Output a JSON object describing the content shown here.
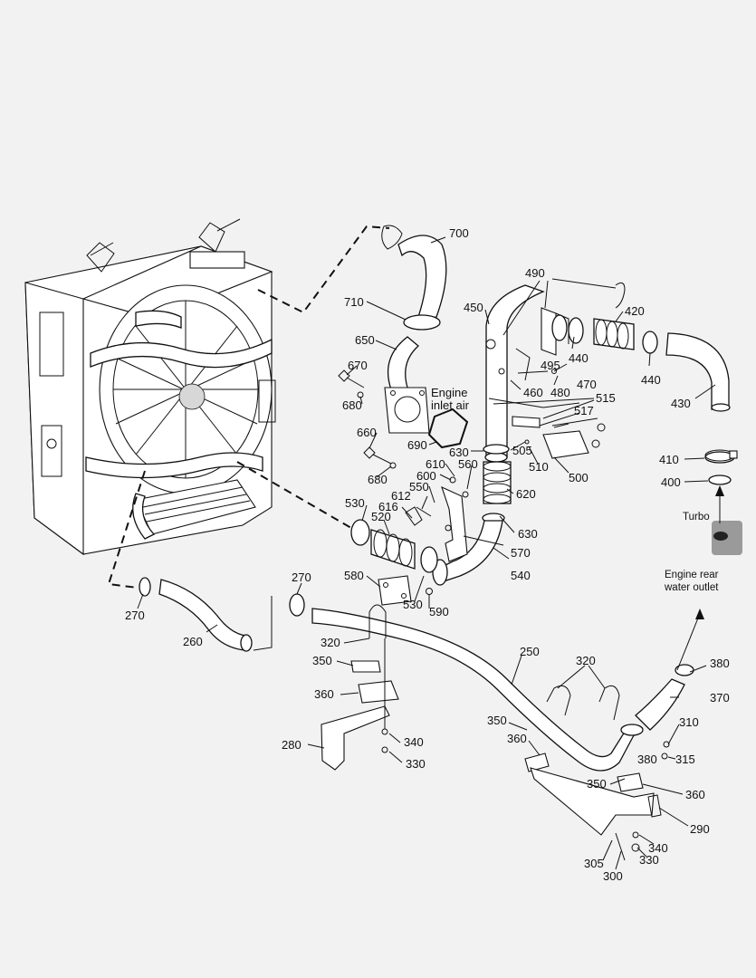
{
  "notes": {
    "engine_inlet_air_1": "Engine",
    "engine_inlet_air_2": "inlet air",
    "turbo": "Turbo",
    "engine_rear_1": "Engine rear",
    "engine_rear_2": "water outlet"
  },
  "callouts": {
    "c700": "700",
    "c710": "710",
    "c650": "650",
    "c670": "670",
    "c680a": "680",
    "c660": "660",
    "c680b": "680",
    "c690": "690",
    "c450": "450",
    "c490": "490",
    "c420": "420",
    "c440a": "440",
    "c440b": "440",
    "c495": "495",
    "c470": "470",
    "c460": "460",
    "c480": "480",
    "c430": "430",
    "c515": "515",
    "c517": "517",
    "c630a": "630",
    "c505": "505",
    "c510": "510",
    "c500": "500",
    "c410": "410",
    "c400": "400",
    "c610": "610",
    "c600": "600",
    "c560": "560",
    "c550": "550",
    "c612": "612",
    "c616": "616",
    "c530a": "530",
    "c520": "520",
    "c620": "620",
    "c630b": "630",
    "c570": "570",
    "c540": "540",
    "c580": "580",
    "c530b": "530",
    "c590": "590",
    "c270a": "270",
    "c270b": "270",
    "c260": "260",
    "c320a": "320",
    "c350a": "350",
    "c360a": "360",
    "c280": "280",
    "c340a": "340",
    "c330a": "330",
    "c250": "250",
    "c320b": "320",
    "c380a": "380",
    "c370": "370",
    "c350b": "350",
    "c360b": "360",
    "c310": "310",
    "c380b": "380",
    "c315": "315",
    "c350c": "350",
    "c360c": "360",
    "c290": "290",
    "c305": "305",
    "c300": "300",
    "c330b": "330",
    "c340b": "340"
  }
}
